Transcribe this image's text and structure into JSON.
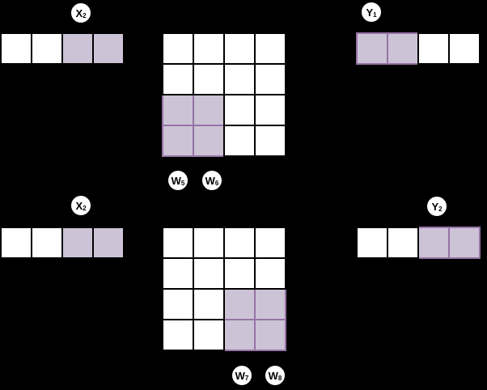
{
  "colors": {
    "background": "#000000",
    "cell_fill": "#ffffff",
    "highlight_fill": "#ccc3d6",
    "highlight_stroke": "#9673a6",
    "stroke": "#000000"
  },
  "top": {
    "x_vector": {
      "label_base": "X",
      "label_sub": "2",
      "cells": [
        0,
        0,
        1,
        1
      ]
    },
    "w_matrix": {
      "grid": [
        [
          0,
          0,
          0,
          0
        ],
        [
          0,
          0,
          0,
          0
        ],
        [
          1,
          1,
          0,
          0
        ],
        [
          1,
          1,
          0,
          0
        ]
      ],
      "weight_labels": [
        {
          "base": "W",
          "sub": "5"
        },
        {
          "base": "W",
          "sub": "6"
        }
      ]
    },
    "y_vector": {
      "label_base": "Y",
      "label_sub": "1",
      "cells": [
        1,
        1,
        0,
        0
      ]
    }
  },
  "bottom": {
    "x_vector": {
      "label_base": "X",
      "label_sub": "2",
      "cells": [
        0,
        0,
        1,
        1
      ]
    },
    "w_matrix": {
      "grid": [
        [
          0,
          0,
          0,
          0
        ],
        [
          0,
          0,
          0,
          0
        ],
        [
          0,
          0,
          1,
          1
        ],
        [
          0,
          0,
          1,
          1
        ]
      ],
      "weight_labels": [
        {
          "base": "W",
          "sub": "7"
        },
        {
          "base": "W",
          "sub": "8"
        }
      ]
    },
    "y_vector": {
      "label_base": "Y",
      "label_sub": "2",
      "cells": [
        0,
        0,
        1,
        1
      ]
    }
  }
}
